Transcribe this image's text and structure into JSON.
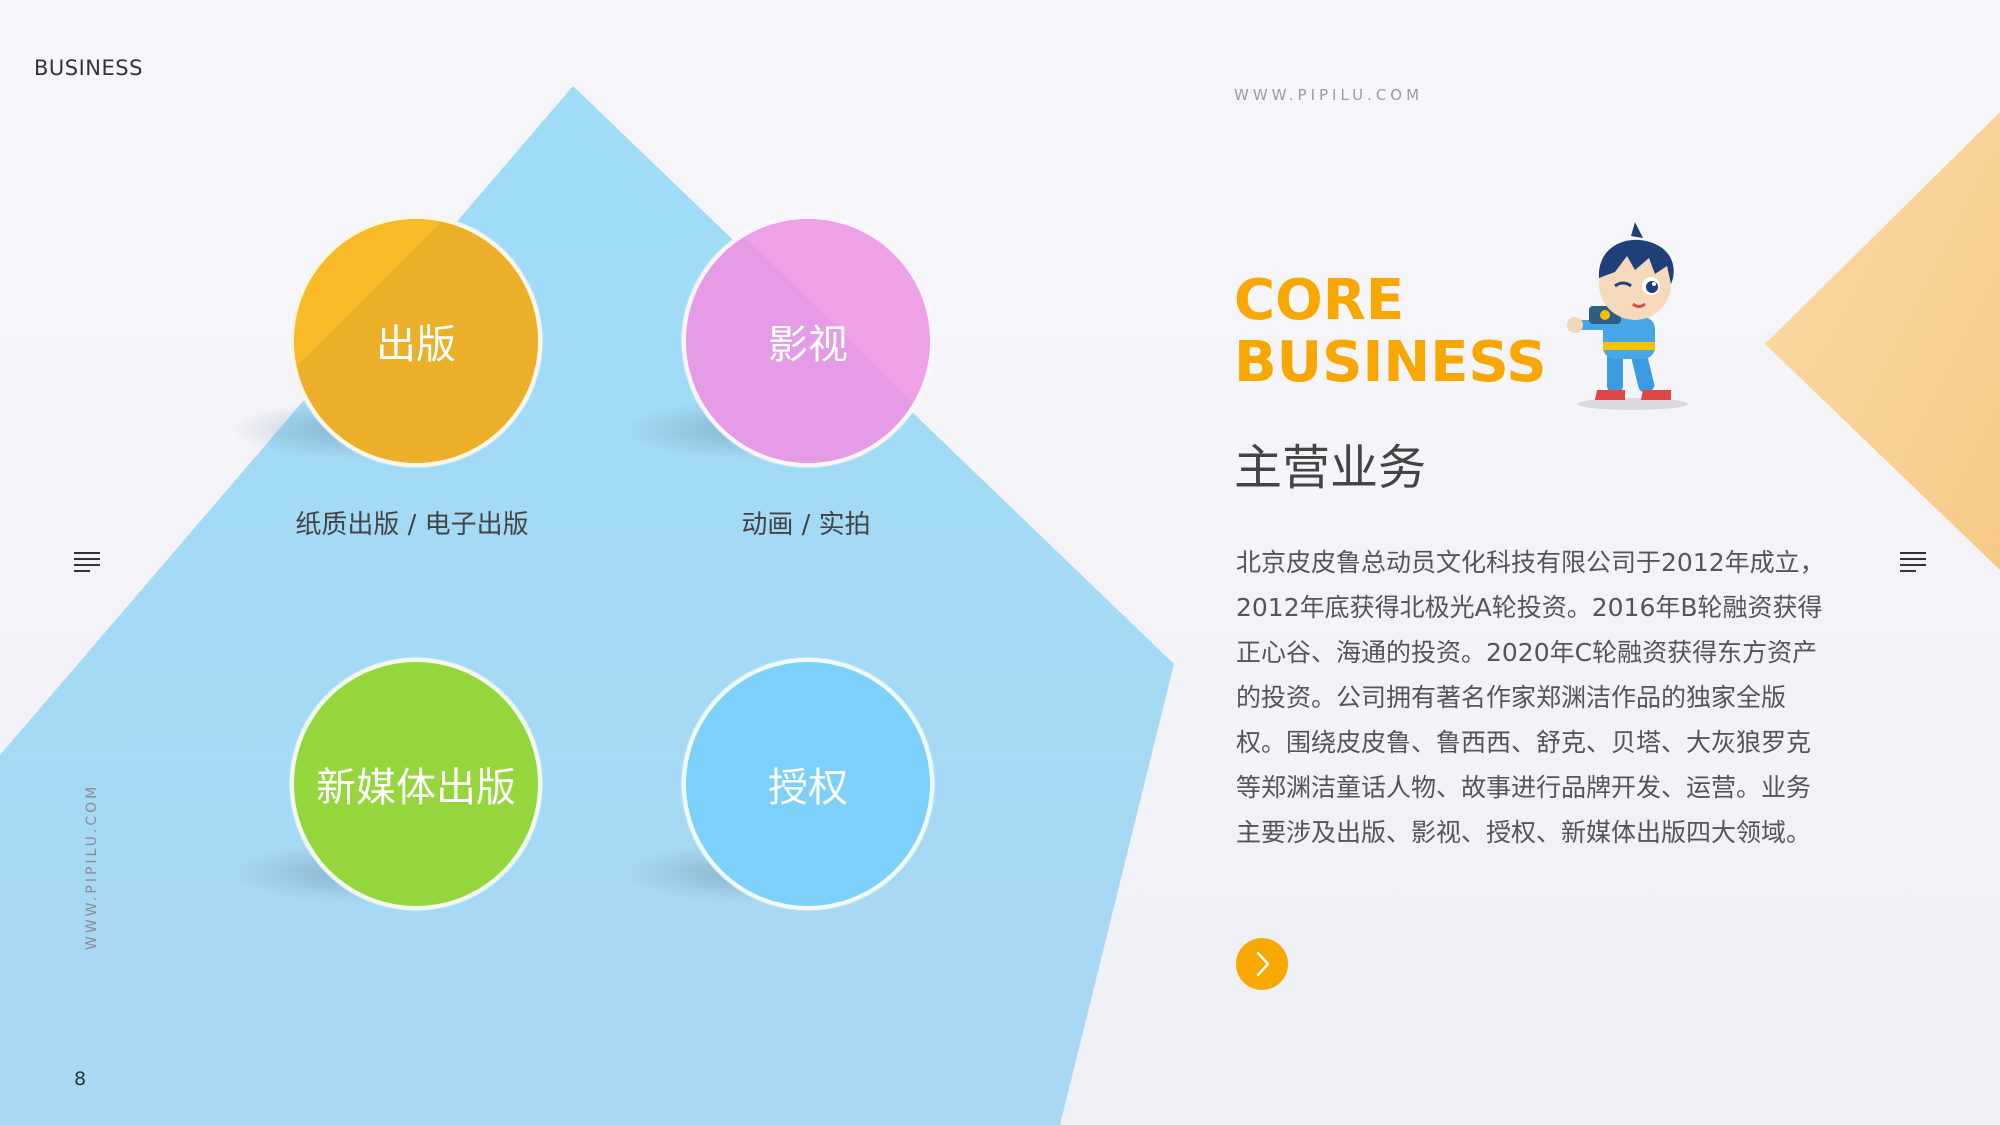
{
  "header": {
    "corner_label": "BUSINESS",
    "url": "WWW.PIPILU.COM"
  },
  "side": {
    "url": "WWW.PIPILU.COM",
    "page_number": "8"
  },
  "circles": [
    {
      "label": "出版",
      "caption": "纸质出版 / 电子出版",
      "color": "#f2b11e"
    },
    {
      "label": "影视",
      "caption": "动画 / 实拍",
      "color": "#e99be8"
    },
    {
      "label": "新媒体出版",
      "caption": "",
      "color": "#94d63c"
    },
    {
      "label": "授权",
      "caption": "",
      "color": "#7dd0fa"
    }
  ],
  "content": {
    "title_en_line1": "CORE",
    "title_en_line2": "BUSINESS",
    "title_cn": "主营业务",
    "description": "北京皮皮鲁总动员文化科技有限公司于2012年成立，2012年底获得北极光A轮投资。2016年B轮融资获得正心谷、海通的投资。2020年C轮融资获得东方资产的投资。公司拥有著名作家郑渊洁作品的独家全版权。围绕皮皮鲁、鲁西西、舒克、贝塔、大灰狼罗克等郑渊洁童话人物、故事进行品牌开发、运营。业务主要涉及出版、影视、授权、新媒体出版四大领域。"
  },
  "icons": {
    "menu": "menu-lines-icon",
    "next": "chevron-right-icon",
    "mascot": "cartoon-boy-mascot"
  },
  "colors": {
    "accent_orange": "#f7a700",
    "blue_shape": "#a6dcf6",
    "peach_shape": "#f8d39a"
  }
}
